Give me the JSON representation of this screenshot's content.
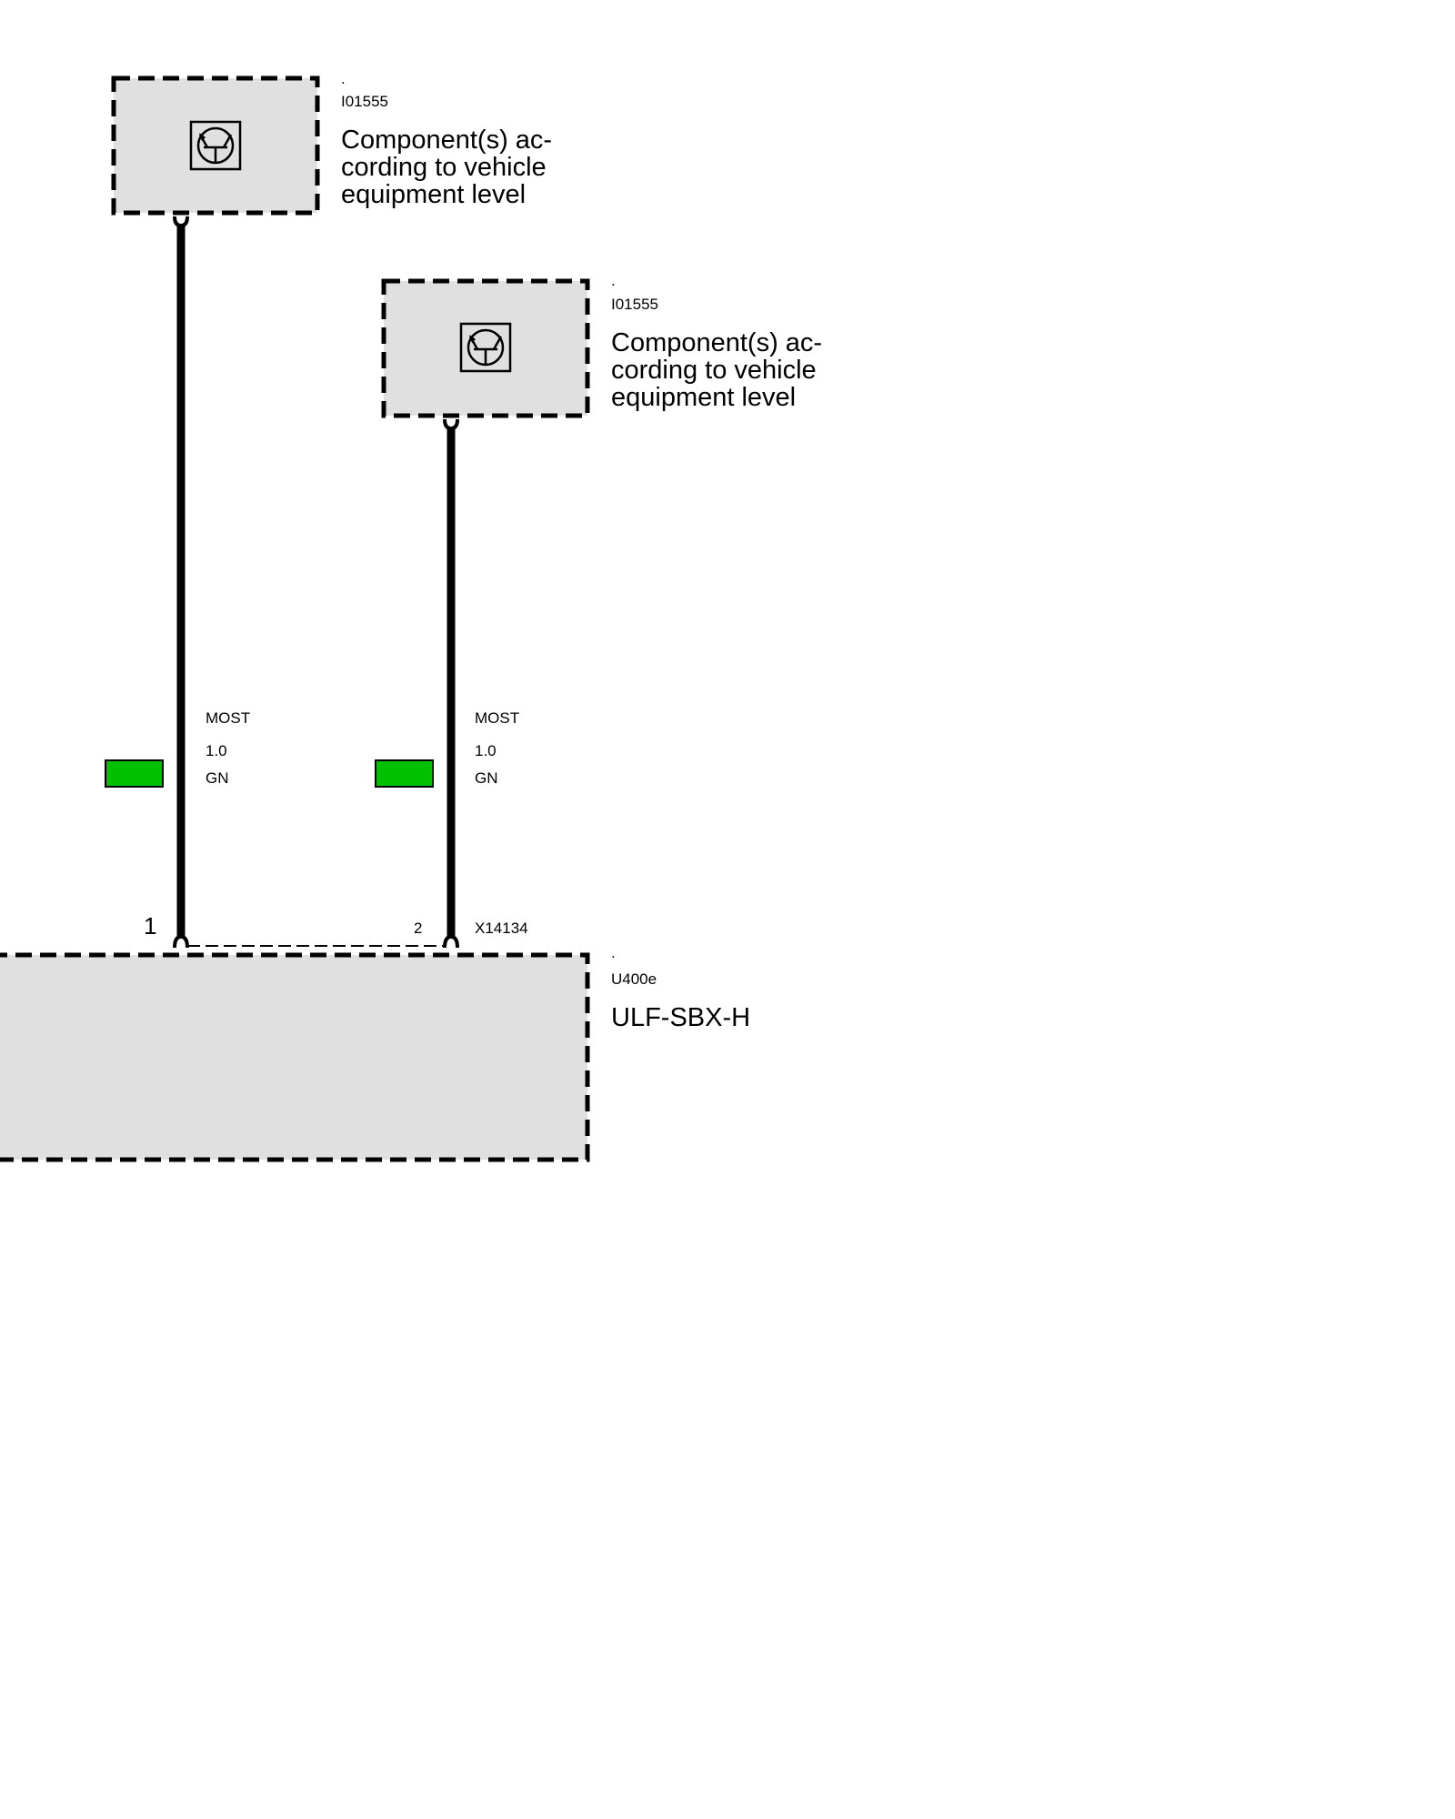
{
  "components": [
    {
      "dot": ".",
      "id": "I01555",
      "desc": [
        "Component(s) ac-",
        "cording to vehicle",
        "equipment level"
      ],
      "icon": "transistor-symbol-icon"
    },
    {
      "dot": ".",
      "id": "I01555",
      "desc": [
        "Component(s) ac-",
        "cording to vehicle",
        "equipment level"
      ],
      "icon": "transistor-symbol-icon"
    }
  ],
  "wires": [
    {
      "type": "MOST",
      "gauge": "1.0",
      "color_code": "GN",
      "swatch_color": "#00c000"
    },
    {
      "type": "MOST",
      "gauge": "1.0",
      "color_code": "GN",
      "swatch_color": "#00c000"
    }
  ],
  "connector": {
    "pins": [
      "1",
      "2"
    ],
    "id": "X14134"
  },
  "module": {
    "dot": ".",
    "id": "U400e",
    "name": "ULF-SBX-H"
  },
  "colors": {
    "box_fill": "#e0e0e0",
    "outline": "#000000",
    "wire": "#000000"
  }
}
